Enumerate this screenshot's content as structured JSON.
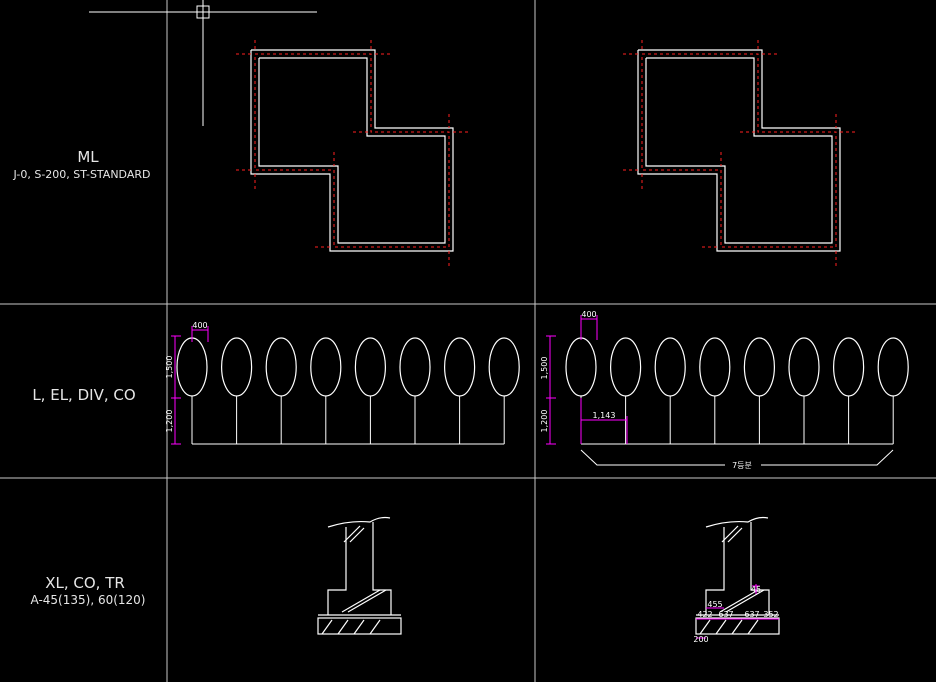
{
  "rows": [
    {
      "title": "ML",
      "subtitle": "J-0, S-200, ST-STANDARD"
    },
    {
      "title": "L, EL, DIV, CO",
      "subtitle": ""
    },
    {
      "title": "XL, CO, TR",
      "subtitle": "A-45(135), 60(120)"
    }
  ],
  "dims": {
    "ellipse_width": "400",
    "ellipse_height": "1,500",
    "stem_height": "1,200",
    "spacing": "1,143",
    "division": "7등분",
    "footing_45": "45",
    "footing_455": "455",
    "footing_422": "422",
    "footing_637a": "637",
    "footing_637b": "637",
    "footing_352": "352",
    "footing_200": "200"
  },
  "colors": {
    "background": "#000000",
    "grid": "#c8c8c8",
    "linework": "#ffffff",
    "centerline": "#ff2020",
    "dimension": "#ff00ff"
  }
}
